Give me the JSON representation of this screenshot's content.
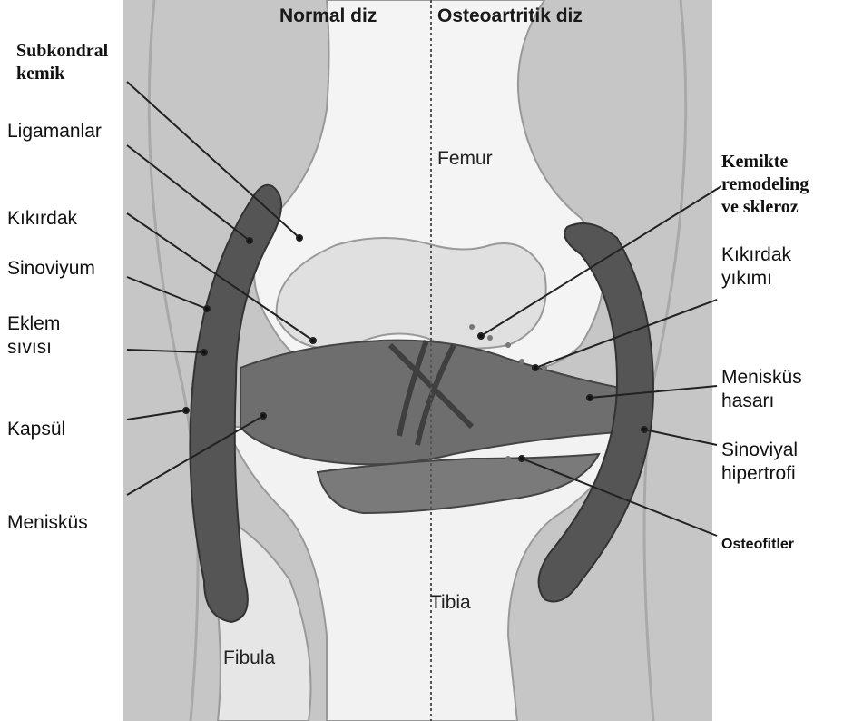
{
  "header": {
    "left": "Normal diz",
    "right": "Osteoartritik diz"
  },
  "bones": {
    "femur": "Femur",
    "tibia": "Tibia",
    "fibula": "Fibula"
  },
  "left_labels": {
    "subkondral": "Subkondral\nkemik",
    "ligamanlar": "Ligamanlar",
    "kikirdak": "Kıkırdak",
    "sinoviyum": "Sinoviyum",
    "eklem": "Eklem\nsıvısı",
    "kapsul": "Kapsül",
    "menisk": "Menisküs"
  },
  "right_labels": {
    "kemikte": "Kemikte\nremodeling\nve skleroz",
    "yikim": "Kıkırdak\nyıkımı",
    "hasar": "Menisküs\nhasarı",
    "hipertrofi": "Sinoviyal\nhipertrofi",
    "osteofit": "Osteofitler"
  },
  "colors": {
    "background": "#c9c9c9",
    "bone": "#f4f4f4",
    "tissue": "#6e6e6e",
    "dark": "#4a4a4a"
  }
}
